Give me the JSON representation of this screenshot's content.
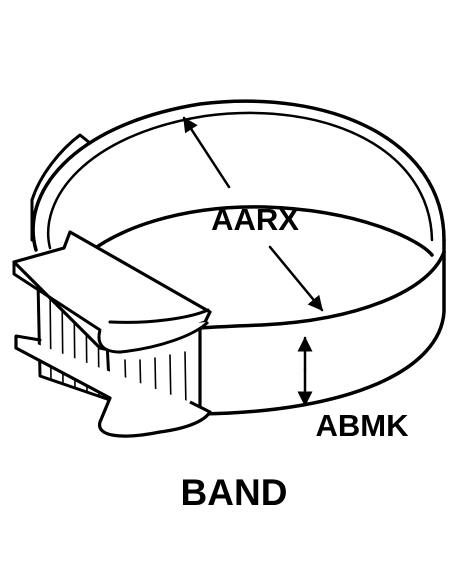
{
  "figure": {
    "title": "BAND",
    "dimensions": [
      {
        "code": "AARX"
      },
      {
        "code": "ABMK"
      }
    ]
  },
  "colors": {
    "ink": "#000000",
    "paper": "#ffffff"
  }
}
